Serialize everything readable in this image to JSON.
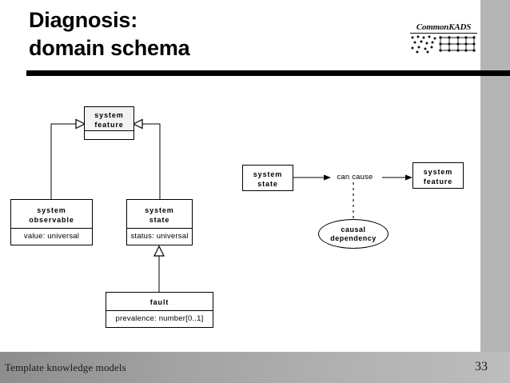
{
  "slide": {
    "title_line1": "Diagnosis:",
    "title_line2": "domain schema",
    "logo_text": "CommonKADS",
    "footer_text": "Template knowledge models",
    "page_number": "33"
  },
  "diagram": {
    "type": "uml-class-diagram",
    "classes": [
      {
        "id": "system-feature-top",
        "name_line1": "system",
        "name_line2": "feature",
        "attributes": "",
        "has_empty_attribute_compartment": true
      },
      {
        "id": "system-observable",
        "name_line1": "system",
        "name_line2": "observable",
        "attributes": "value:  universal"
      },
      {
        "id": "system-state-left",
        "name_line1": "system",
        "name_line2": "state",
        "attributes": "status: universal"
      },
      {
        "id": "fault",
        "name_line1": "fault",
        "name_line2": "",
        "attributes": "prevalence:  number[0..1]"
      },
      {
        "id": "system-state-right",
        "name_line1": "system",
        "name_line2": "state",
        "attributes": ""
      },
      {
        "id": "system-feature-right",
        "name_line1": "system",
        "name_line2": "feature",
        "attributes": ""
      }
    ],
    "association": {
      "label": "can cause",
      "from": "system state",
      "to": "system feature"
    },
    "association_class": {
      "name_line1": "causal",
      "name_line2": "dependency"
    },
    "generalizations": [
      {
        "from": "system observable",
        "to": "system feature"
      },
      {
        "from": "system state",
        "to": "system feature"
      },
      {
        "from": "fault",
        "to": "system state"
      }
    ]
  },
  "colors": {
    "line": "#000000",
    "band_gray": "#b4b4b4",
    "header_fill": "#f3f3f3",
    "background": "#ffffff"
  }
}
